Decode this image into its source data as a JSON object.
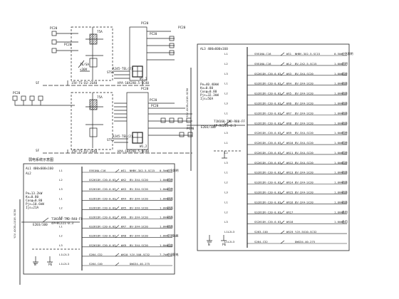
{
  "left_top": {
    "tags": [
      "PC20",
      "PC20",
      "PC20",
      "PC20",
      "PC20"
    ],
    "dims": [
      "15V-TS-D2-2E40",
      "HYA-10X2X0.5-SC40"
    ],
    "labels": {
      "t1": "75A",
      "t2": "STSI",
      "t3": "RJ45-TEL(2)",
      "t4": "W1,2",
      "t5": "IE/SA",
      "t6": "<30V"
    }
  },
  "left_mid": {
    "tags": [
      "PC20",
      "PC20",
      "PC20",
      "PC20",
      "PC20"
    ],
    "dims": [
      "15V-TS-D2-2E40",
      "HYA-10X2X0.5-SC40"
    ],
    "labels": {
      "t1": "75A",
      "t2": "STSI",
      "t3": "RJ45-TEL(2)",
      "t4": "W1,2",
      "t5": "SF",
      "t6": "SF"
    },
    "caption": "弱电系统示意图"
  },
  "left_panel": {
    "title": "AL1 400x600x160",
    "subtitle": "AL2",
    "params": [
      "Pe=13.2kW",
      "Kx=0.80",
      "Cosφ=0.80",
      "Pjs=10.6kW",
      "Ijs=21A"
    ],
    "main_breaker": "T1N160-TMD-R40-FF",
    "main_breaker_sub": "4P+RC221-0.3",
    "incoming": "E203/100",
    "vert_cable": "YJV-4X35+1X16-SC50",
    "pe": "PE",
    "n": "N",
    "rows": [
      {
        "ph": "L1",
        "brk": "S951NA-C16",
        "circ": "WI1",
        "cable": "NHBV-3X2.5-SC15",
        "load": "0.5kW",
        "use": "应急照明"
      },
      {
        "ph": "L2",
        "brk": "GS261DV-C20-0.03",
        "circ": "WX2",
        "cable": "BV-3X4-SC20",
        "load": "1.0kW",
        "use": "插座"
      },
      {
        "ph": "L3",
        "brk": "GS261DV-C20-0.03",
        "circ": "WX3",
        "cable": "BV-3X4-SC20",
        "load": "1.0kW",
        "use": "插座"
      },
      {
        "ph": "L1",
        "brk": "GS261DV-C20-0.03",
        "circ": "WX4",
        "cable": "BV-3X4-SC20",
        "load": "1.0kW",
        "use": "插座"
      },
      {
        "ph": "L2",
        "brk": "GS261DV-C20-0.03",
        "circ": "WX5",
        "cable": "BV-3X4-SC20",
        "load": "1.0kW",
        "use": "插座"
      },
      {
        "ph": "L3",
        "brk": "GS261DV-C20-0.03",
        "circ": "WX6",
        "cable": "BV-3X4-SC20",
        "load": "1.0kW",
        "use": "插座"
      },
      {
        "ph": "L1",
        "brk": "GS261DV-C20-0.03",
        "circ": "WX7",
        "cable": "BV-3X4-SC20",
        "load": "1.0kW",
        "use": "插座"
      },
      {
        "ph": "L2",
        "brk": "GS261DV-C20-0.03",
        "circ": "WX8",
        "cable": "BV-3X4-SC20",
        "load": "1.0kW",
        "use": "空调插座"
      },
      {
        "ph": "L3",
        "brk": "GS261DV-C20-0.03",
        "circ": "WX9",
        "cable": "BV-3X4-SC20",
        "load": "1.0kW",
        "use": "插座"
      },
      {
        "ph": "L1L2L3",
        "brk": "S264-C32",
        "circ": "WX10",
        "cable": "YJV-5X6-SC32",
        "load": "7.7kW",
        "use": "空调配电"
      },
      {
        "ph": "L1L2L3",
        "brk": "S264-C40",
        "circ": "",
        "cable": "DWG34-40-275",
        "load": "",
        "use": ""
      }
    ]
  },
  "right_panel": {
    "title": "AL3 400x600x160",
    "params": [
      "Pe=40.40kW",
      "Kx=0.80",
      "Cosφ=0.80",
      "Pjs=32.3kW",
      "Ijs=56A"
    ],
    "main_breaker": "T1N160-TMD-R80-FF",
    "main_breaker_sub": "4P+RC221-0.3",
    "incoming": "E203/100",
    "vert_cable": "YJV-4X35+1X16-SC50",
    "pe": "PE",
    "n": "N",
    "rows": [
      {
        "ph": "L1",
        "brk": "S951NA-C16",
        "circ": "WI1",
        "cable": "NHBV-3X2.5-SC15",
        "load": "0.5kW",
        "use": "应急照明"
      },
      {
        "ph": "L2",
        "brk": "S951NA-C16",
        "circ": "WL2",
        "cable": "BV-2X2.5-SC15",
        "load": "1.0kW",
        "use": "照明"
      },
      {
        "ph": "L3",
        "brk": "GS261DV-C20-0.03",
        "circ": "WX3",
        "cable": "BV-3X4-SC20",
        "load": "1.0kW",
        "use": "插座"
      },
      {
        "ph": "L1",
        "brk": "GS261DV-C20-0.03",
        "circ": "WX4",
        "cable": "BV-3X4-SC20",
        "load": "1.0kW",
        "use": "插座"
      },
      {
        "ph": "L2",
        "brk": "GS261DV-C20-0.03",
        "circ": "WX5",
        "cable": "BV-3X4-SC20",
        "load": "1.0kW",
        "use": "插座"
      },
      {
        "ph": "L3",
        "brk": "GS261DV-C20-0.03",
        "circ": "WX6",
        "cable": "BV-3X4-SC20",
        "load": "1.0kW",
        "use": "插座"
      },
      {
        "ph": "L1",
        "brk": "GS261DV-C20-0.03",
        "circ": "WX7",
        "cable": "BV-3X4-SC20",
        "load": "1.0kW",
        "use": "插座"
      },
      {
        "ph": "L2",
        "brk": "GS261DV-C20-0.03",
        "circ": "WX8",
        "cable": "BV-3X4-SC20",
        "load": "1.0kW",
        "use": "插座"
      },
      {
        "ph": "L3",
        "brk": "GS261DV-C20-0.03",
        "circ": "WX9",
        "cable": "BV-3X4-SC20",
        "load": "1.0kW",
        "use": "插座"
      },
      {
        "ph": "L1",
        "brk": "GS261DV-C20-0.03",
        "circ": "WX10",
        "cable": "BV-3X4-SC20",
        "load": "1.0kW",
        "use": "插座"
      },
      {
        "ph": "L2",
        "brk": "GS261DV-C20-0.03",
        "circ": "WX11",
        "cable": "BV-3X4-SC20",
        "load": "1.0kW",
        "use": "插座"
      },
      {
        "ph": "L3",
        "brk": "GS261DV-C20-0.03",
        "circ": "WX12",
        "cable": "BV-3X4-SC20",
        "load": "1.0kW",
        "use": "插座"
      },
      {
        "ph": "L1",
        "brk": "GS261DV-C20-0.03",
        "circ": "WX13",
        "cable": "BV-3X4-SC20",
        "load": "1.0kW",
        "use": "插座"
      },
      {
        "ph": "L2",
        "brk": "GS261DV-C20-0.03",
        "circ": "WX14",
        "cable": "BV-3X4-SC20",
        "load": "1.0kW",
        "use": "插座"
      },
      {
        "ph": "L3",
        "brk": "GS261DV-C20-0.03",
        "circ": "WX15",
        "cable": "BV-3X4-SC20",
        "load": "1.0kW",
        "use": "插座"
      },
      {
        "ph": "L1",
        "brk": "GS261DV-C20-0.03",
        "circ": "WX16",
        "cable": "BV-3X4-SC20",
        "load": "1.0kW",
        "use": "插座"
      },
      {
        "ph": "L2",
        "brk": "GS261DV-C20-0.03",
        "circ": "WX17",
        "cable": "",
        "load": "1.0kW",
        "use": "备用"
      },
      {
        "ph": "L3",
        "brk": "GS261DV-C20-0.03",
        "circ": "WX18",
        "cable": "",
        "load": "1.0kW",
        "use": "备用"
      },
      {
        "ph": "L1L2L3",
        "brk": "S263-C40",
        "circ": "WX19",
        "cable": "YJV-5X10-SC32",
        "load": "",
        "use": ""
      },
      {
        "ph": "L1L2L3",
        "brk": "S264-C32",
        "circ": "",
        "cable": "DWG34-40-275",
        "load": "",
        "use": ""
      }
    ]
  }
}
